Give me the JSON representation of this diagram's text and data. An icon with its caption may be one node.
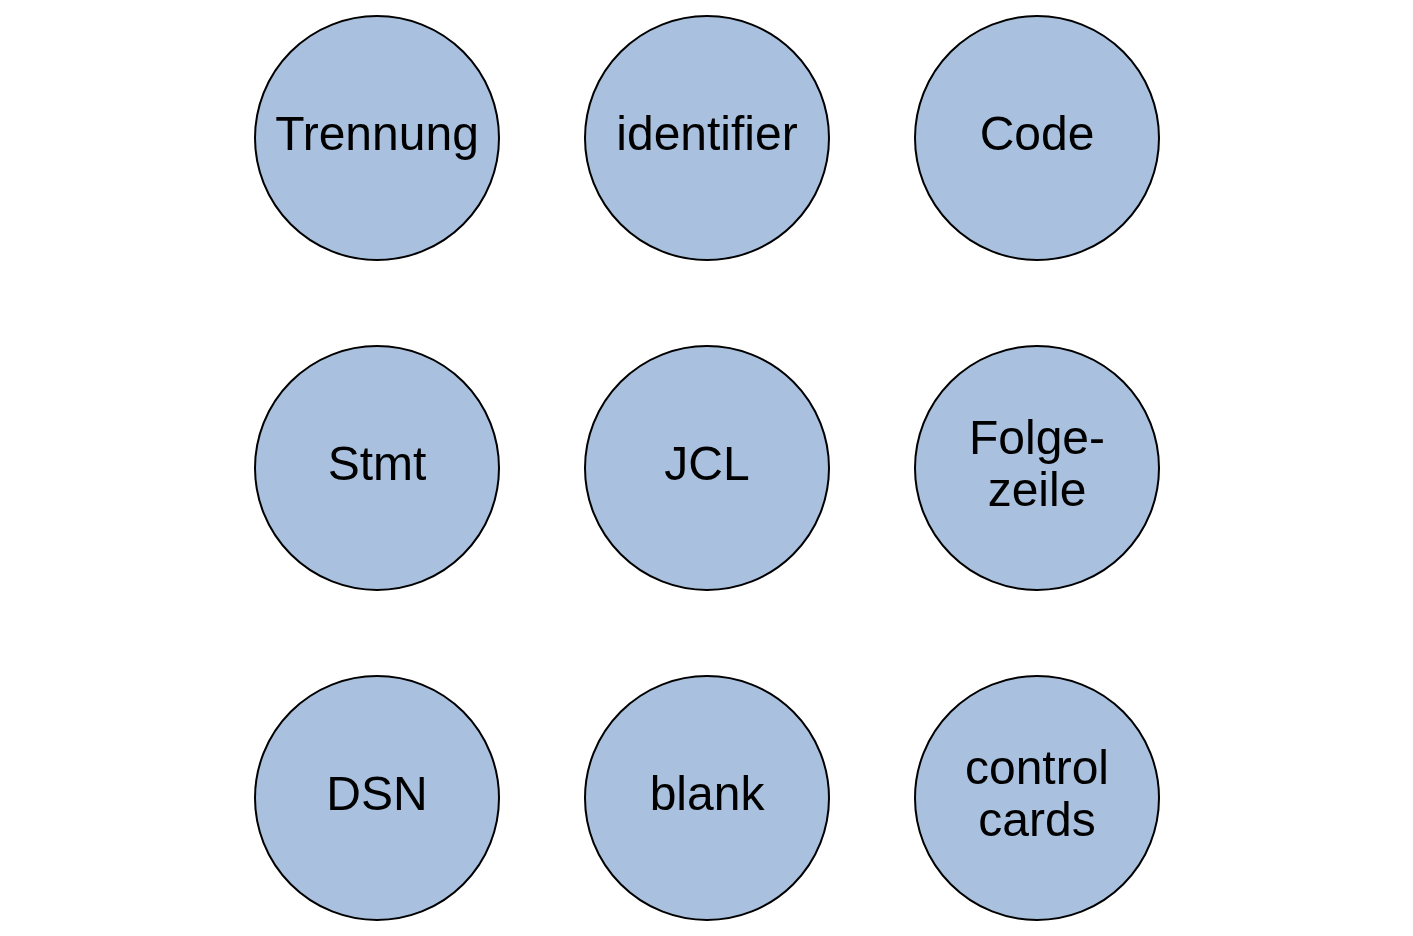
{
  "diagram": {
    "nodes": [
      {
        "text": [
          "Trennung"
        ]
      },
      {
        "text": [
          "identifier"
        ]
      },
      {
        "text": [
          "Code"
        ]
      },
      {
        "text": [
          "Stmt"
        ]
      },
      {
        "text": [
          "JCL"
        ]
      },
      {
        "text": [
          "Folge- zeile"
        ]
      },
      {
        "text": [
          "DSN"
        ]
      },
      {
        "text": [
          "blank"
        ]
      },
      {
        "text": [
          "control cards"
        ]
      }
    ]
  }
}
